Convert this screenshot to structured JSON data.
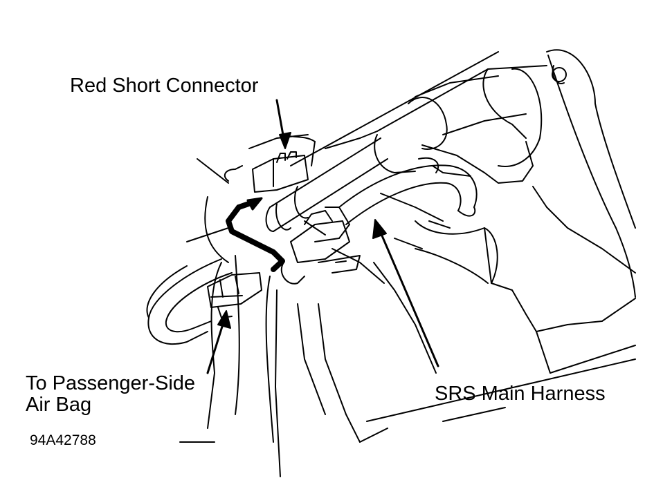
{
  "labels": {
    "red_short_connector": "Red Short Connector",
    "srs_main_harness": "SRS Main Harness",
    "passenger_line1": "To Passenger-Side",
    "passenger_line2": "Air Bag",
    "figure_id": "94A42788"
  },
  "colors": {
    "ink": "#000000",
    "paper": "#ffffff"
  }
}
